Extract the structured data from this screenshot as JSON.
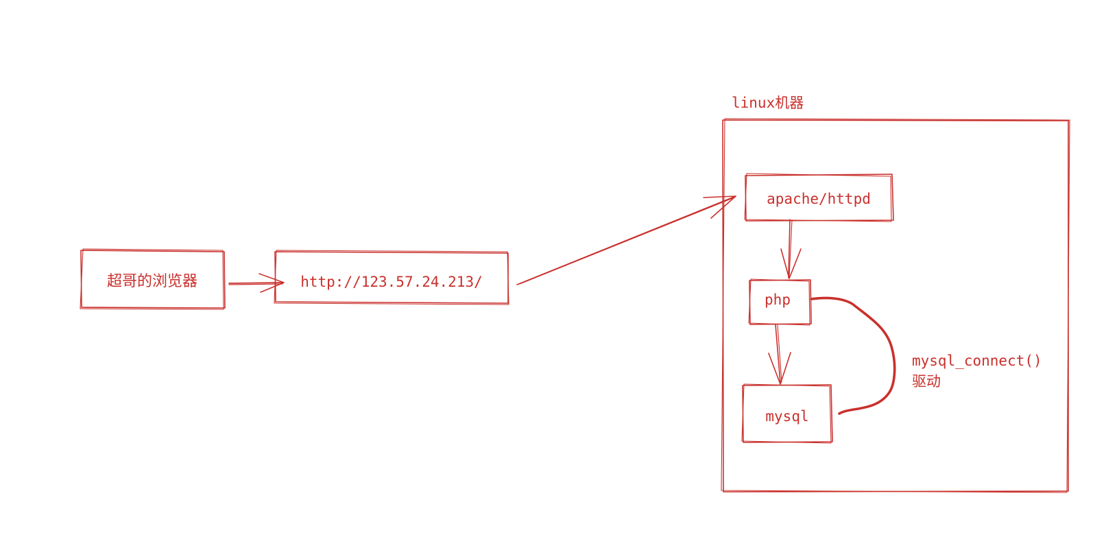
{
  "colors": {
    "ink": "#c9302c",
    "background": "#ffffff"
  },
  "container": {
    "label": "linux机器"
  },
  "nodes": {
    "browser": "超哥的浏览器",
    "url": "http://123.57.24.213/",
    "apache": "apache/httpd",
    "php": "php",
    "mysql": "mysql"
  },
  "connector": {
    "function_label": "mysql_connect()",
    "driver_label": "驱动"
  }
}
